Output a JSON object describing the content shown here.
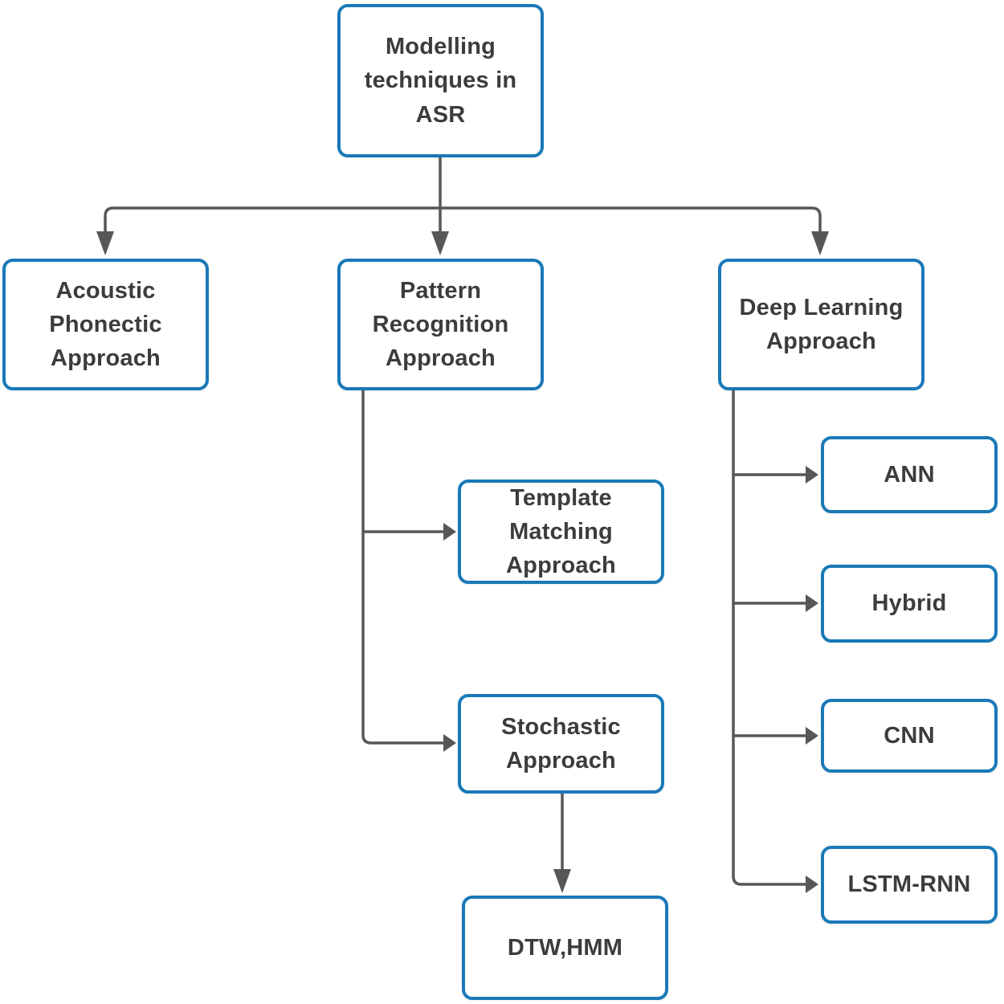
{
  "diagram": {
    "title": "Modelling techniques in ASR flowchart",
    "colors": {
      "node_border": "#1979b8",
      "node_fill": "#ffffff",
      "connector": "#575757",
      "text": "#3c3c3c",
      "background": "#ffffff"
    },
    "nodes": {
      "root": {
        "label": "Modelling techniques in ASR"
      },
      "acoustic": {
        "label": "Acoustic Phonectic Approach"
      },
      "pattern": {
        "label": "Pattern Recognition Approach"
      },
      "deep": {
        "label": "Deep Learning Approach"
      },
      "template": {
        "label": "Template Matching Approach"
      },
      "stochastic": {
        "label": "Stochastic Approach"
      },
      "dtw": {
        "label": "DTW,HMM"
      },
      "ann": {
        "label": "ANN"
      },
      "hybrid": {
        "label": "Hybrid"
      },
      "cnn": {
        "label": "CNN"
      },
      "lstm": {
        "label": "LSTM-RNN"
      }
    },
    "edges": [
      {
        "from": "root",
        "to": "acoustic"
      },
      {
        "from": "root",
        "to": "pattern"
      },
      {
        "from": "root",
        "to": "deep"
      },
      {
        "from": "pattern",
        "to": "template"
      },
      {
        "from": "pattern",
        "to": "stochastic"
      },
      {
        "from": "stochastic",
        "to": "dtw"
      },
      {
        "from": "deep",
        "to": "ann"
      },
      {
        "from": "deep",
        "to": "hybrid"
      },
      {
        "from": "deep",
        "to": "cnn"
      },
      {
        "from": "deep",
        "to": "lstm"
      }
    ]
  }
}
